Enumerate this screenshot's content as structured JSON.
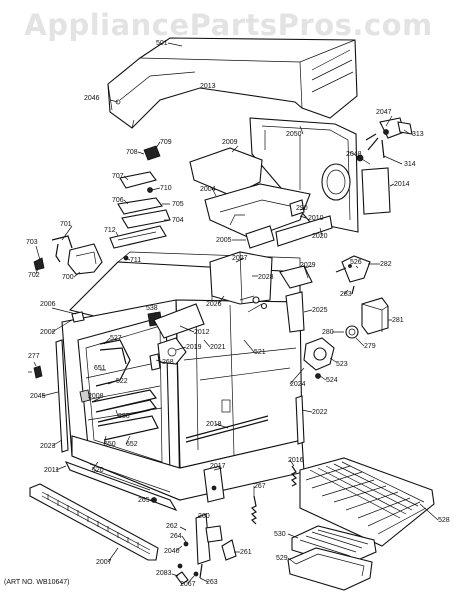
{
  "watermark": "AppliancePartsPros.com",
  "art_number": "(ART NO. WB10647)",
  "callouts": [
    {
      "id": "c-501",
      "text": "501"
    },
    {
      "id": "c-2013",
      "text": "2013"
    },
    {
      "id": "c-2046",
      "text": "2046"
    },
    {
      "id": "c-2047",
      "text": "2047"
    },
    {
      "id": "c-313",
      "text": "313"
    },
    {
      "id": "c-2050",
      "text": "2050"
    },
    {
      "id": "c-709",
      "text": "709"
    },
    {
      "id": "c-708",
      "text": "708"
    },
    {
      "id": "c-2009",
      "text": "2009"
    },
    {
      "id": "c-2048",
      "text": "2048"
    },
    {
      "id": "c-314",
      "text": "314"
    },
    {
      "id": "c-2014",
      "text": "2014"
    },
    {
      "id": "c-707",
      "text": "707"
    },
    {
      "id": "c-710",
      "text": "710"
    },
    {
      "id": "c-2004",
      "text": "2004"
    },
    {
      "id": "c-706",
      "text": "706"
    },
    {
      "id": "c-705",
      "text": "705"
    },
    {
      "id": "c-290",
      "text": "290"
    },
    {
      "id": "c-2010",
      "text": "2010"
    },
    {
      "id": "c-704",
      "text": "704"
    },
    {
      "id": "c-701",
      "text": "701"
    },
    {
      "id": "c-712",
      "text": "712"
    },
    {
      "id": "c-2005",
      "text": "2005"
    },
    {
      "id": "c-2020",
      "text": "2020"
    },
    {
      "id": "c-703",
      "text": "703"
    },
    {
      "id": "c-711",
      "text": "711"
    },
    {
      "id": "c-2027",
      "text": "2027"
    },
    {
      "id": "c-2029",
      "text": "2029"
    },
    {
      "id": "c-526",
      "text": "526"
    },
    {
      "id": "c-282",
      "text": "282"
    },
    {
      "id": "c-702",
      "text": "702"
    },
    {
      "id": "c-700",
      "text": "700"
    },
    {
      "id": "c-2028",
      "text": "2028"
    },
    {
      "id": "c-2026",
      "text": "2026"
    },
    {
      "id": "c-283",
      "text": "283"
    },
    {
      "id": "c-2006",
      "text": "2006"
    },
    {
      "id": "c-538",
      "text": "538"
    },
    {
      "id": "c-2025",
      "text": "2025"
    },
    {
      "id": "c-281",
      "text": "281"
    },
    {
      "id": "c-2002",
      "text": "2002"
    },
    {
      "id": "c-527",
      "text": "527"
    },
    {
      "id": "c-2012",
      "text": "2012"
    },
    {
      "id": "c-280",
      "text": "280"
    },
    {
      "id": "c-2019",
      "text": "2019"
    },
    {
      "id": "c-2021",
      "text": "2021"
    },
    {
      "id": "c-521",
      "text": "521"
    },
    {
      "id": "c-523",
      "text": "523"
    },
    {
      "id": "c-279",
      "text": "279"
    },
    {
      "id": "c-277",
      "text": "277"
    },
    {
      "id": "c-268",
      "text": "268"
    },
    {
      "id": "c-651",
      "text": "651"
    },
    {
      "id": "c-522",
      "text": "522"
    },
    {
      "id": "c-524",
      "text": "524"
    },
    {
      "id": "c-2024",
      "text": "2024"
    },
    {
      "id": "c-2045",
      "text": "2045"
    },
    {
      "id": "c-2008",
      "text": "2008"
    },
    {
      "id": "c-886",
      "text": "886"
    },
    {
      "id": "c-2022",
      "text": "2022"
    },
    {
      "id": "c-2018",
      "text": "2018"
    },
    {
      "id": "c-652",
      "text": "652"
    },
    {
      "id": "c-650",
      "text": "650"
    },
    {
      "id": "c-2023",
      "text": "2023"
    },
    {
      "id": "c-520",
      "text": "520"
    },
    {
      "id": "c-2016",
      "text": "2016"
    },
    {
      "id": "c-2017",
      "text": "2017"
    },
    {
      "id": "c-2011",
      "text": "2011"
    },
    {
      "id": "c-267",
      "text": "267"
    },
    {
      "id": "c-265",
      "text": "265"
    },
    {
      "id": "c-528",
      "text": "528"
    },
    {
      "id": "c-260",
      "text": "260"
    },
    {
      "id": "c-262",
      "text": "262"
    },
    {
      "id": "c-264",
      "text": "264"
    },
    {
      "id": "c-530",
      "text": "530"
    },
    {
      "id": "c-2007",
      "text": "2007"
    },
    {
      "id": "c-2040",
      "text": "2040"
    },
    {
      "id": "c-261",
      "text": "261"
    },
    {
      "id": "c-529",
      "text": "529"
    },
    {
      "id": "c-2083",
      "text": "2083"
    },
    {
      "id": "c-2067",
      "text": "2067"
    },
    {
      "id": "c-263",
      "text": "263"
    }
  ]
}
